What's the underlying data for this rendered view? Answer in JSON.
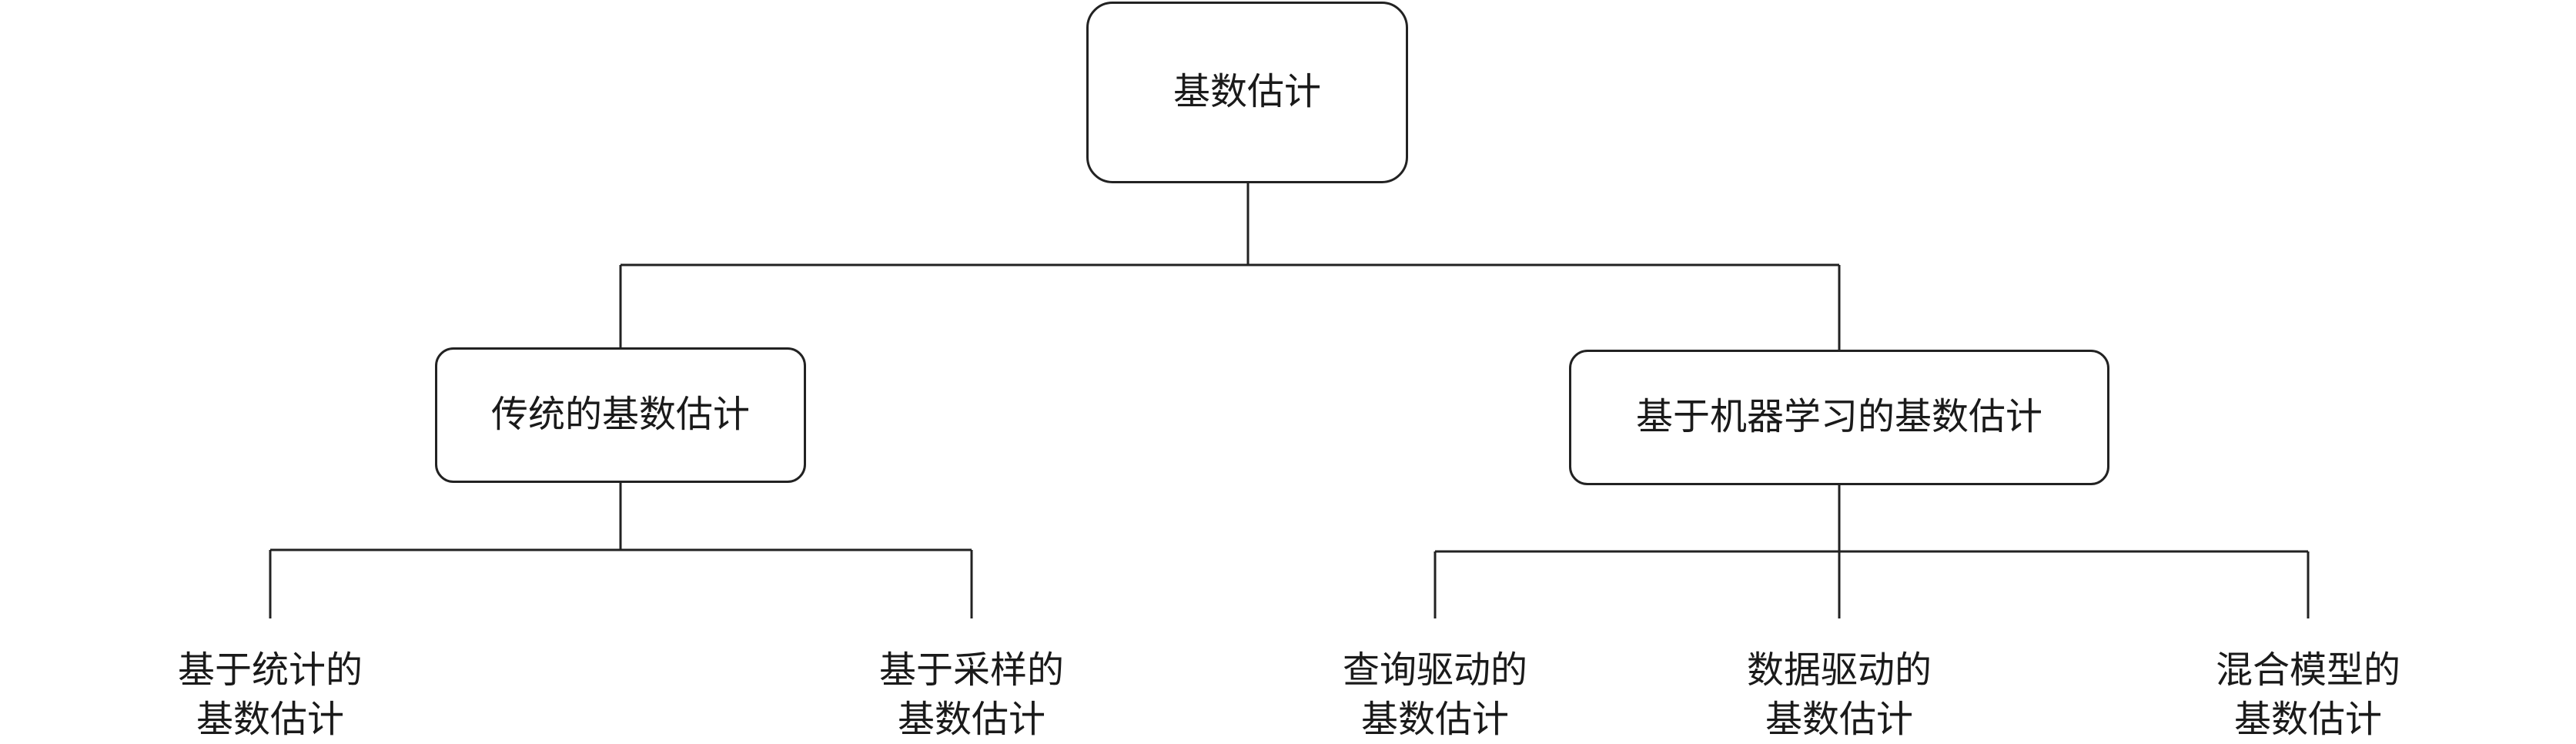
{
  "root": {
    "label": "基数估计"
  },
  "branches": [
    {
      "label": "传统的基数估计",
      "leaves": [
        {
          "line1": "基于统计的",
          "line2": "基数估计"
        },
        {
          "line1": "基于采样的",
          "line2": "基数估计"
        }
      ]
    },
    {
      "label": "基于机器学习的基数估计",
      "leaves": [
        {
          "line1": "查询驱动的",
          "line2": "基数估计"
        },
        {
          "line1": "数据驱动的",
          "line2": "基数估计"
        },
        {
          "line1": "混合模型的",
          "line2": "基数估计"
        }
      ]
    }
  ]
}
